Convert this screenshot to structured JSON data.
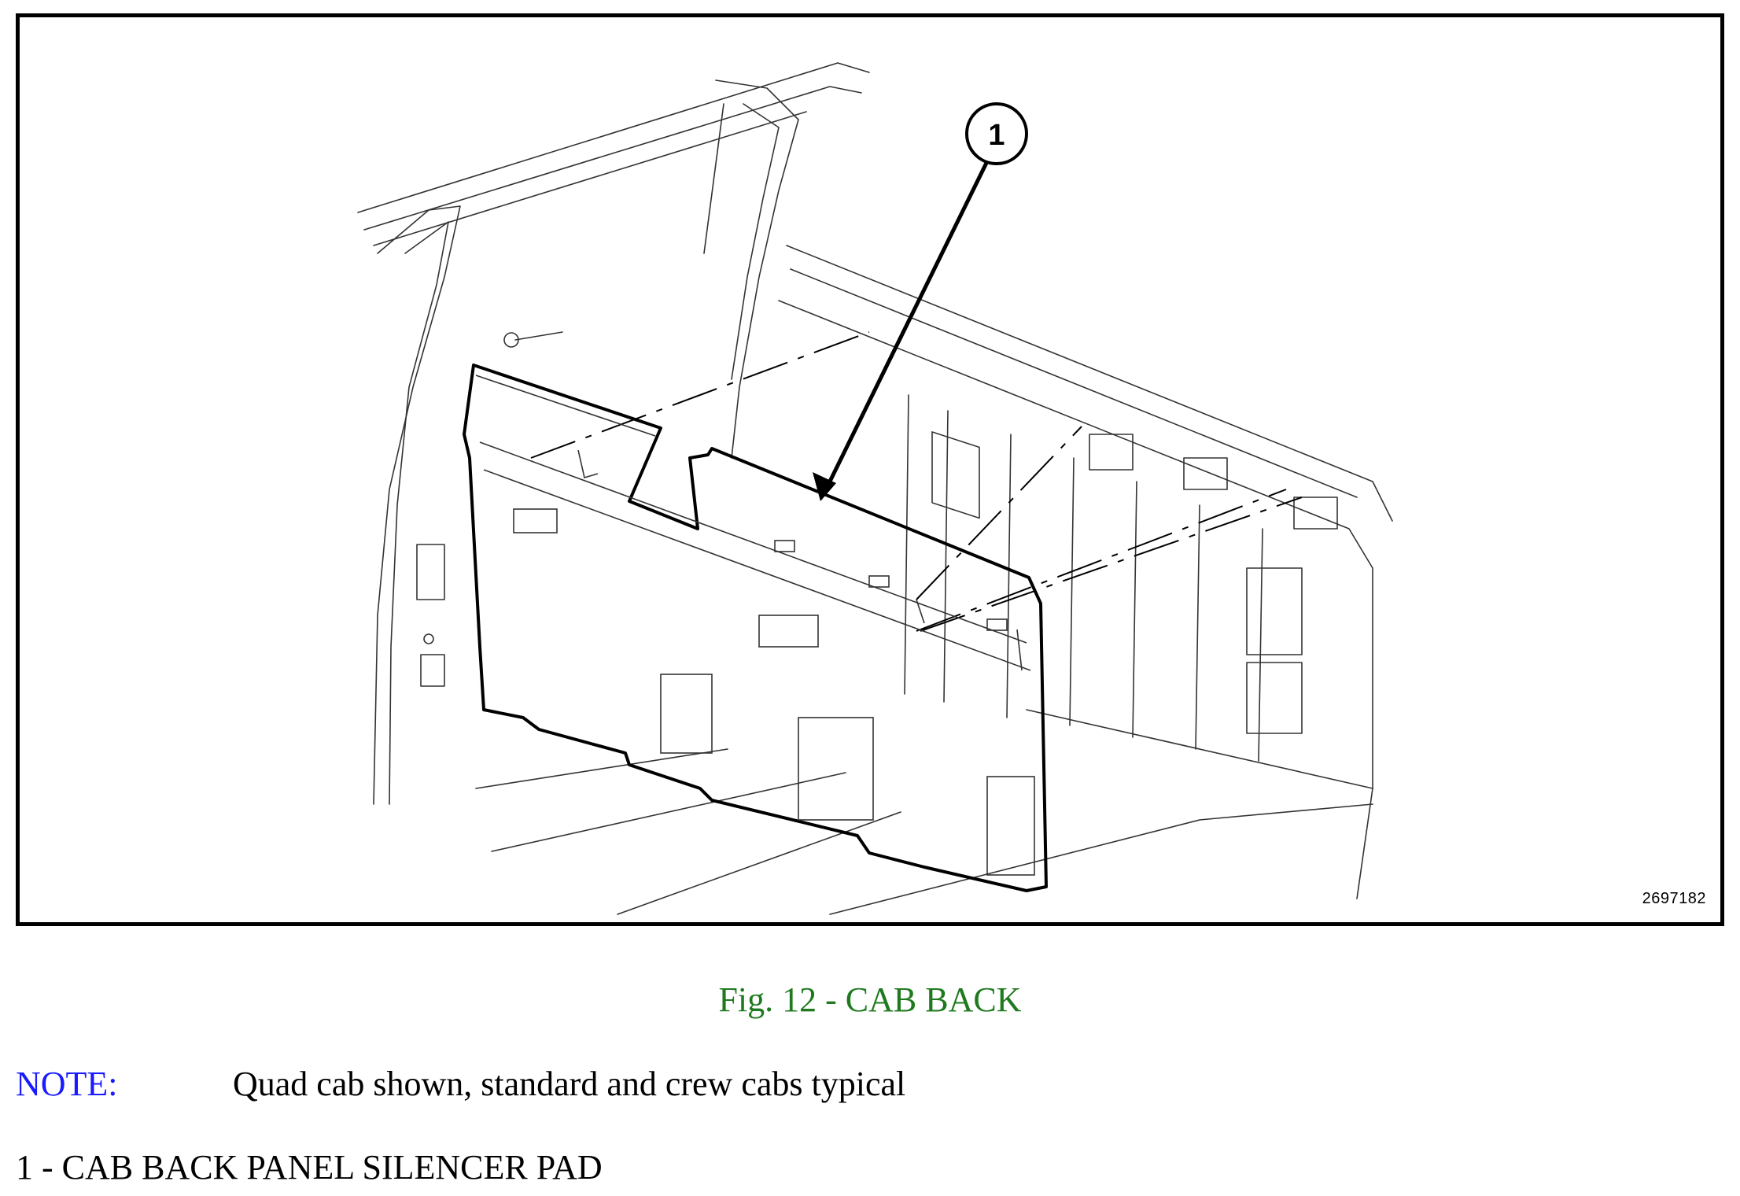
{
  "figure": {
    "callout_number": "1",
    "figure_id": "2697182"
  },
  "caption": "Fig. 12 - CAB BACK",
  "note": {
    "label": "NOTE:",
    "text": "Quad cab shown, standard and crew cabs typical"
  },
  "legend": {
    "item_1": "1 - CAB BACK PANEL SILENCER PAD"
  },
  "colors": {
    "caption": "#1f7a1f",
    "note_label": "#1a1aff",
    "line_art": "#000000"
  }
}
